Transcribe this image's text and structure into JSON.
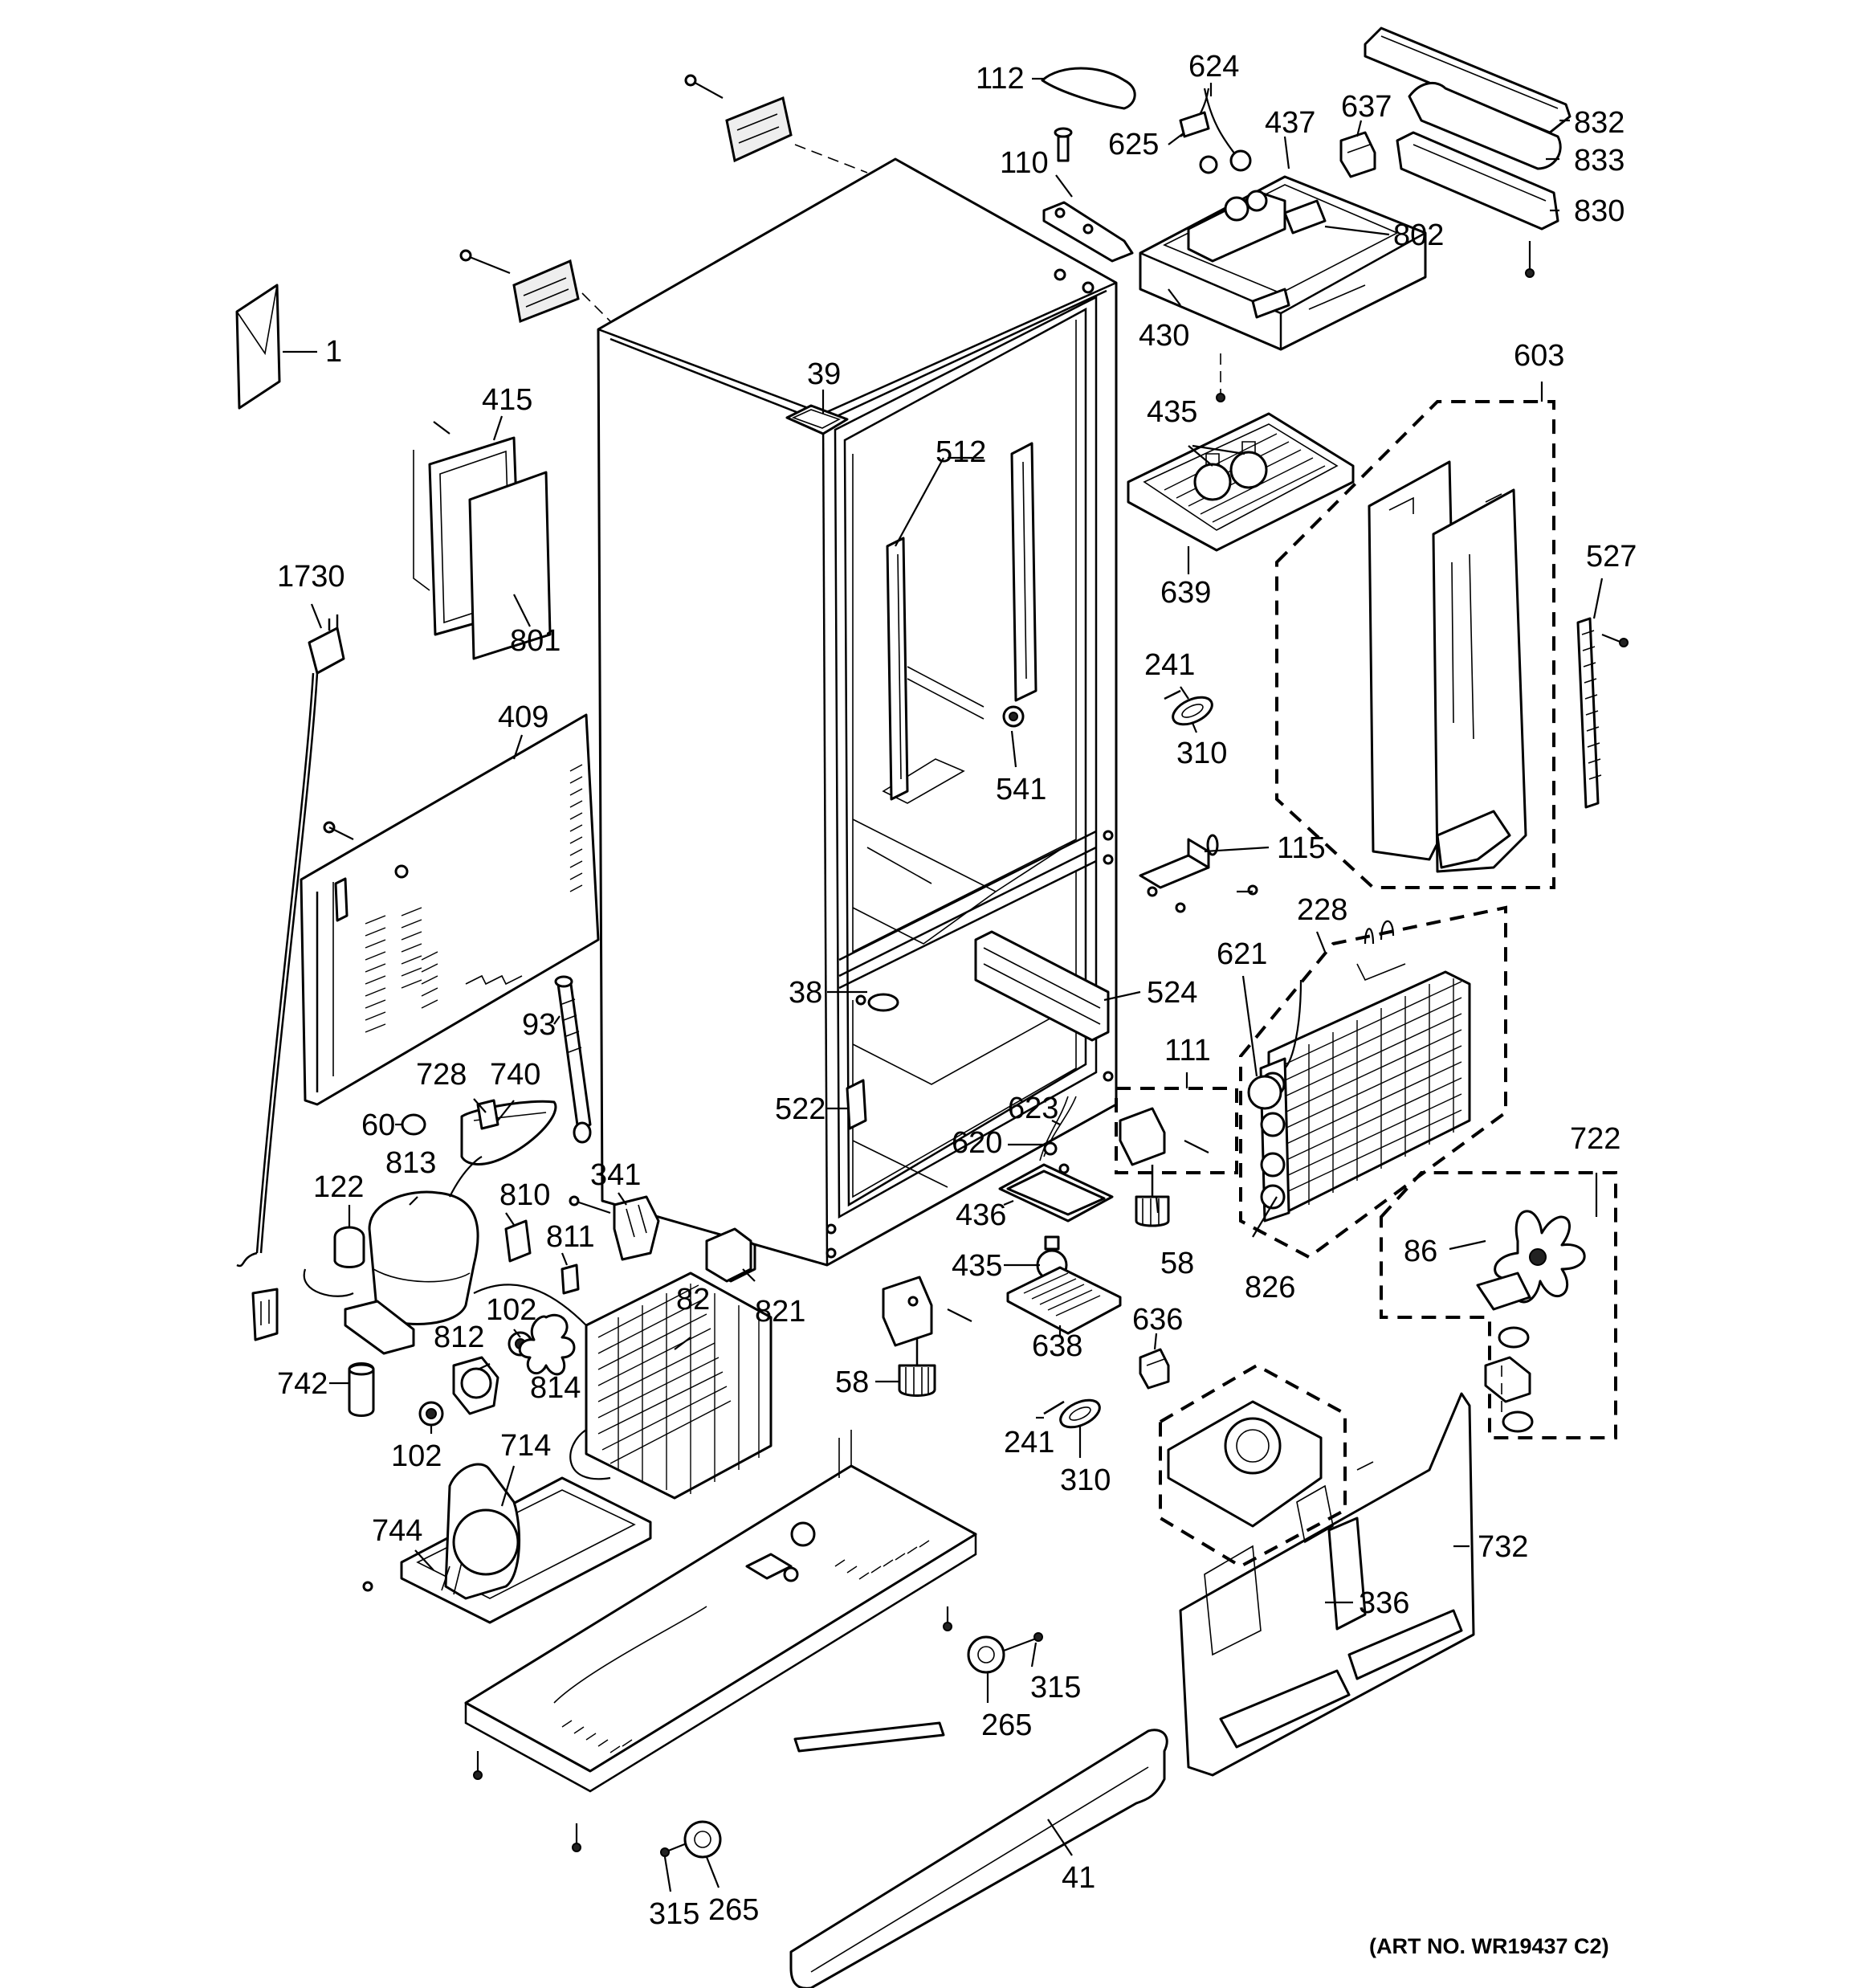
{
  "diagram": {
    "labels": {
      "n1": "1",
      "n1730": "1730",
      "n415": "415",
      "n801": "801",
      "n409": "409",
      "n39": "39",
      "n512": "512",
      "n541": "541",
      "n112": "112",
      "n110": "110",
      "n624": "624",
      "n625": "625",
      "n437": "437",
      "n637": "637",
      "n832": "832",
      "n833": "833",
      "n830": "830",
      "n802": "802",
      "n430": "430",
      "n603": "603",
      "n435a": "435",
      "n639": "639",
      "n527": "527",
      "n241a": "241",
      "n310a": "310",
      "n115": "115",
      "n228": "228",
      "n621": "621",
      "n38": "38",
      "n524": "524",
      "n93": "93",
      "n728": "728",
      "n740": "740",
      "n60": "60",
      "n111": "111",
      "n522": "522",
      "n623": "623",
      "n620": "620",
      "n813": "813",
      "n122": "122",
      "n810": "810",
      "n341": "341",
      "n811": "811",
      "n436": "436",
      "n435b": "435",
      "n58a": "58",
      "n826": "826",
      "n722": "722",
      "n86": "86",
      "n821": "821",
      "n82": "82",
      "n102a": "102",
      "n812": "812",
      "n814": "814",
      "n742": "742",
      "n58b": "58",
      "n638": "638",
      "n636": "636",
      "n102b": "102",
      "n714": "714",
      "n241b": "241",
      "n310b": "310",
      "n744": "744",
      "n732": "732",
      "n336": "336",
      "n315a": "315",
      "n265a": "265",
      "n41": "41",
      "n265b": "265",
      "n315b": "315"
    },
    "art_number": "(ART NO. WR19437 C2)"
  }
}
